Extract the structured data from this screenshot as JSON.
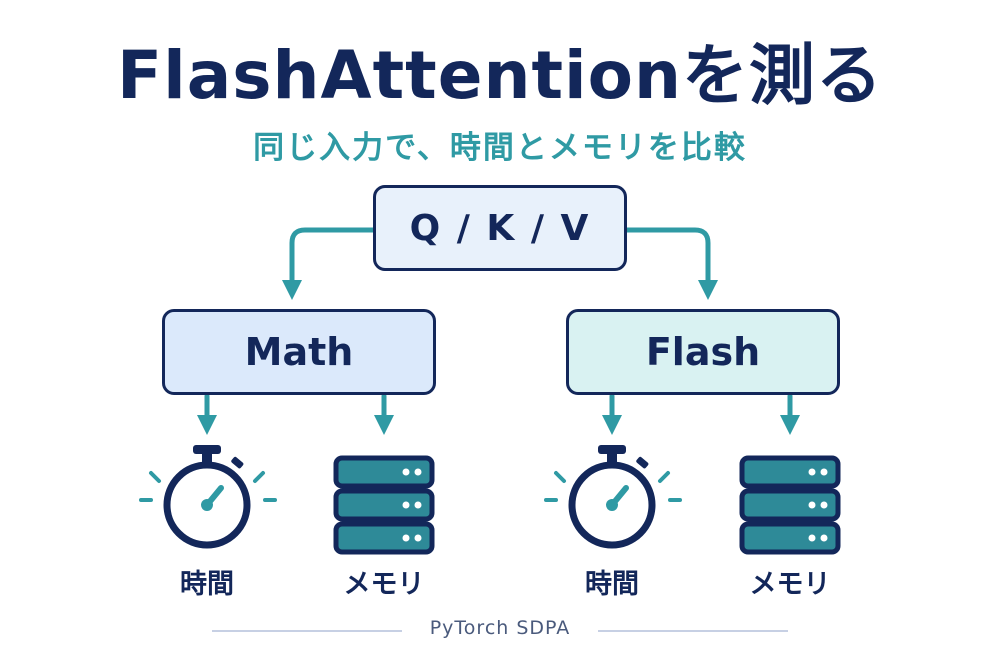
{
  "title": "FlashAttentionを測る",
  "subtitle": "同じ入力で、時間とメモリを比較",
  "input_box": "Q / K / V",
  "branches": [
    {
      "label": "Math",
      "metrics": [
        "時間",
        "メモリ"
      ]
    },
    {
      "label": "Flash",
      "metrics": [
        "時間",
        "メモリ"
      ]
    }
  ],
  "footer": "PyTorch SDPA",
  "icons": [
    "stopwatch-icon",
    "server-stack-icon"
  ],
  "colors": {
    "navy": "#13275a",
    "teal": "#2f9aa4",
    "server": "#2e8a98",
    "math_fill": "#dbe9fb",
    "flash_fill": "#d9f2f2"
  }
}
